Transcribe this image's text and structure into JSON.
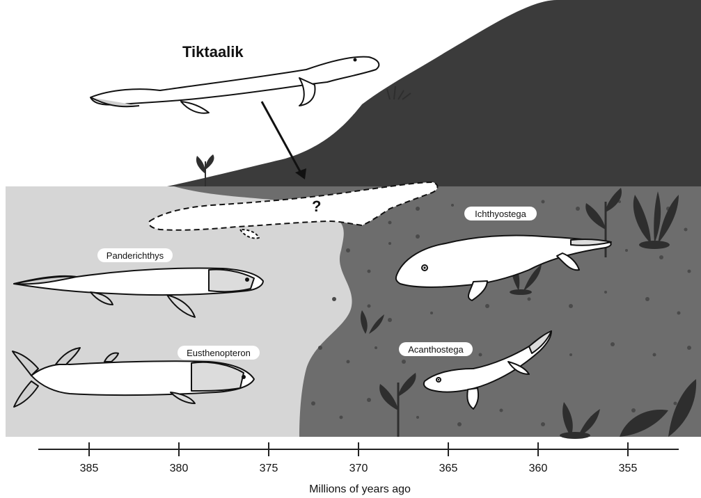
{
  "highlight_title": "Tiktaalik",
  "unknown_marker": "?",
  "species": {
    "panderichthys": "Panderichthys",
    "eusthenopteron": "Eusthenopteron",
    "ichthyostega": "Ichthyostega",
    "acanthostega": "Acanthostega"
  },
  "timeline": {
    "label": "Millions of years ago",
    "ticks": [
      "385",
      "380",
      "375",
      "370",
      "365",
      "360",
      "355"
    ],
    "tick_values": [
      385,
      380,
      375,
      370,
      365,
      360,
      355
    ]
  },
  "colors": {
    "water": "#d6d6d6",
    "land_soil": "#6d6d6d",
    "hill": "#3b3b3b",
    "pebbles": "#4a4a4a",
    "plants": "#2e2e2e",
    "axis": "#222222"
  }
}
